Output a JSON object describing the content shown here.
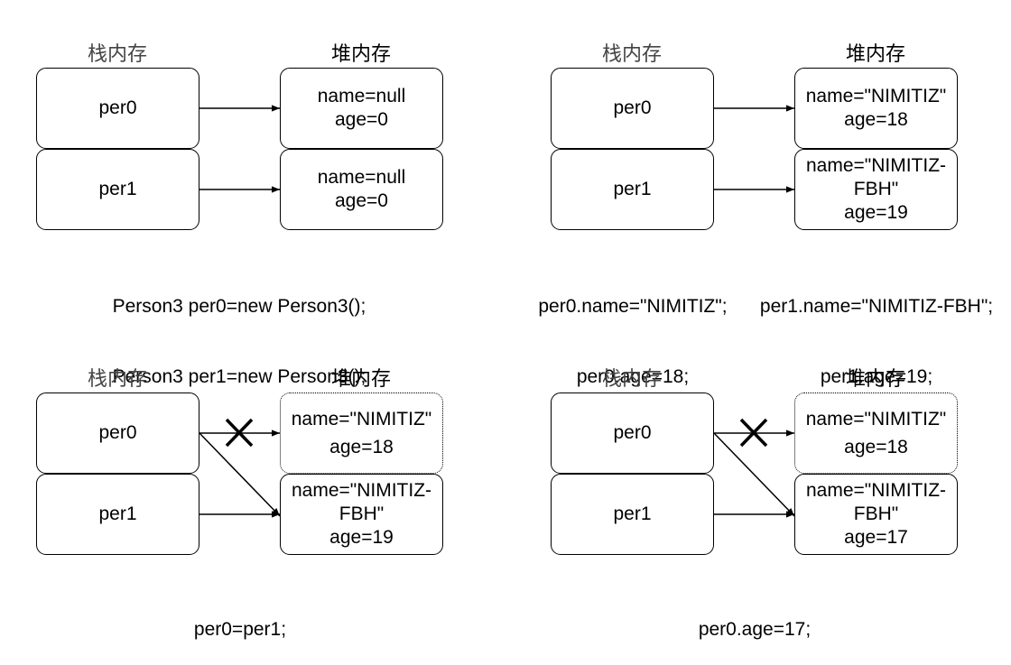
{
  "labels": {
    "stack": "栈内存",
    "heap": "堆内存"
  },
  "panel1": {
    "stack": [
      "per0",
      "per1"
    ],
    "heap": [
      {
        "line1": "name=null",
        "line2": "age=0"
      },
      {
        "line1": "name=null",
        "line2": "age=0"
      }
    ],
    "code": [
      "Person3 per0=new Person3();",
      "Person3 per1=new Person3();"
    ]
  },
  "panel2": {
    "stack": [
      "per0",
      "per1"
    ],
    "heap": [
      {
        "line1": "name=\"NIMITIZ\"",
        "line2": "age=18"
      },
      {
        "line1": "name=\"NIMITIZ-",
        "line2": "FBH\"",
        "line3": "age=19"
      }
    ],
    "code_left": [
      "per0.name=\"NIMITIZ\";",
      "per0.age=18;"
    ],
    "code_right": [
      "per1.name=\"NIMITIZ-FBH\";",
      "per1.age=19;"
    ]
  },
  "panel3": {
    "stack": [
      "per0",
      "per1"
    ],
    "heap": [
      {
        "line1": "name=\"NIMITIZ\"",
        "line2": "age=18"
      },
      {
        "line1": "name=\"NIMITIZ-",
        "line2": "FBH\"",
        "line3": "age=19"
      }
    ],
    "code": [
      "per0=per1;"
    ]
  },
  "panel4": {
    "stack": [
      "per0",
      "per1"
    ],
    "heap": [
      {
        "line1": "name=\"NIMITIZ\"",
        "line2": "age=18"
      },
      {
        "line1": "name=\"NIMITIZ-",
        "line2": "FBH\"",
        "line3": "age=17"
      }
    ],
    "code": [
      "per0.age=17;"
    ]
  }
}
